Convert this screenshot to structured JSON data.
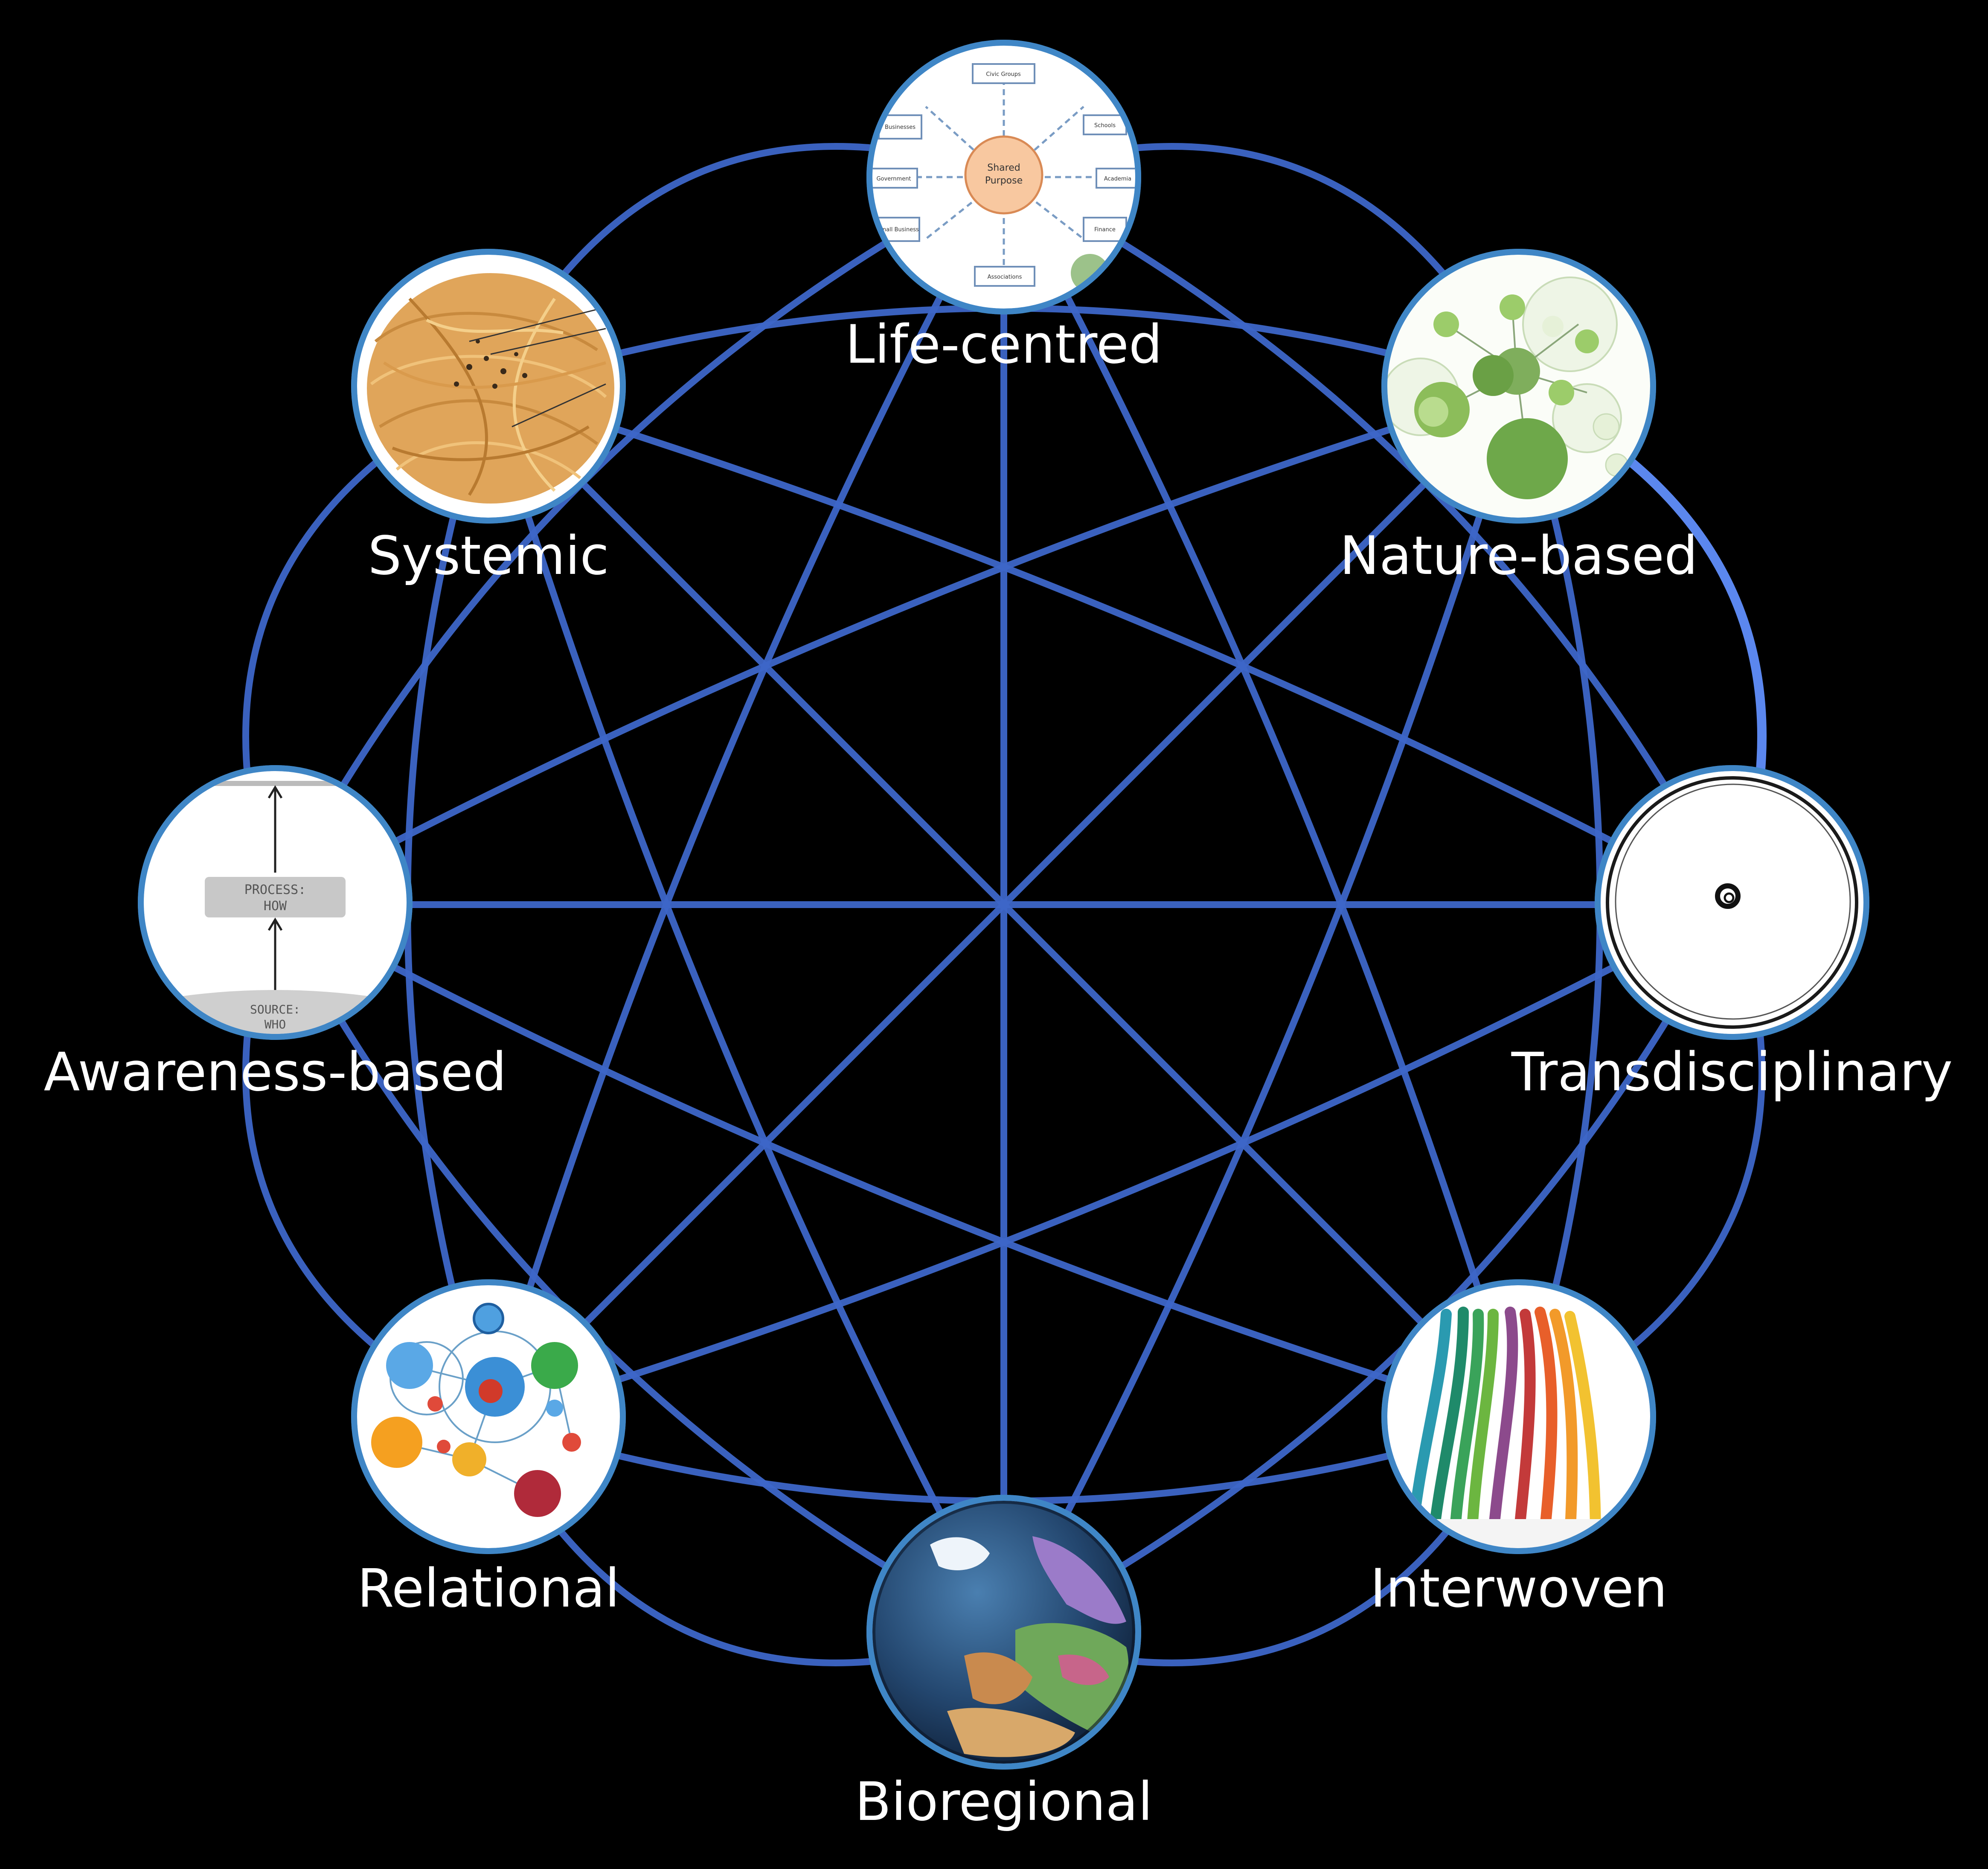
{
  "nodes": [
    {
      "id": "life",
      "label": "Life-centred",
      "image_icon": "shared-purpose-diagram-icon"
    },
    {
      "id": "nature",
      "label": "Nature-based",
      "image_icon": "green-bubble-map-icon"
    },
    {
      "id": "trans",
      "label": "Transdisciplinary",
      "image_icon": "hand-drawn-circle-icon"
    },
    {
      "id": "inter",
      "label": "Interwoven",
      "image_icon": "colorful-streams-icon"
    },
    {
      "id": "bio",
      "label": "Bioregional",
      "image_icon": "earth-globe-icon"
    },
    {
      "id": "rel",
      "label": "Relational",
      "image_icon": "network-spheres-icon"
    },
    {
      "id": "aware",
      "label": "Awareness-based",
      "image_icon": "process-source-sketch-icon"
    },
    {
      "id": "sys",
      "label": "Systemic",
      "image_icon": "spaghetti-icon"
    }
  ],
  "image_texts": {
    "life_center": [
      "Shared",
      "Purpose"
    ],
    "life_boxes": [
      "Civic Groups",
      "Schools",
      "Academia",
      "Finance",
      "Associations",
      "Small Business",
      "Government",
      "Businesses"
    ],
    "aware_process": [
      "PROCESS:",
      "HOW"
    ],
    "aware_source": [
      "SOURCE:",
      "WHO"
    ]
  },
  "colors": {
    "background": "#000000",
    "edge": "#3d66c8",
    "edge_highlight": "#5b87ee",
    "node_border": "#3f86c6",
    "label": "#ffffff"
  }
}
